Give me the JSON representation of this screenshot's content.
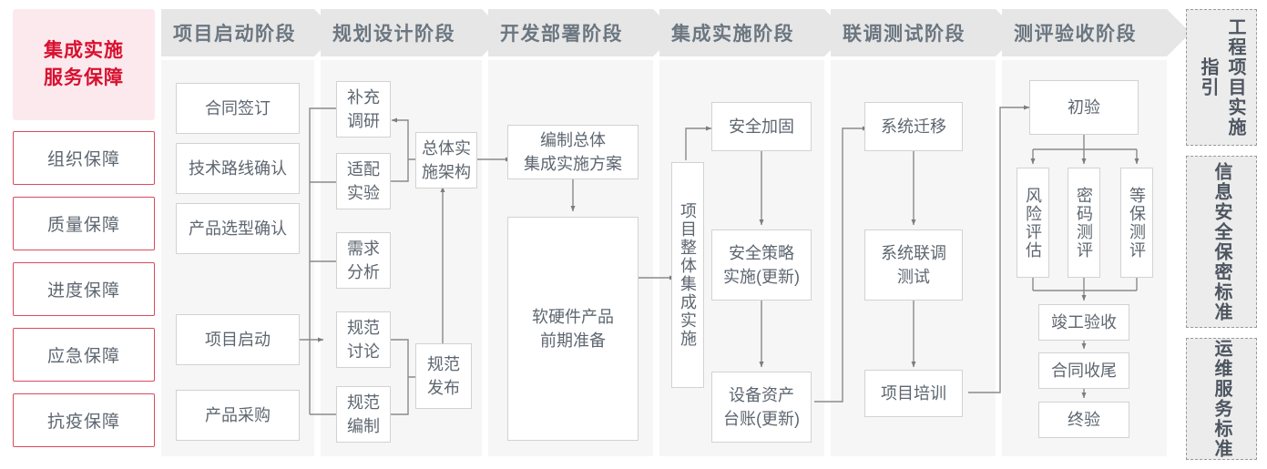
{
  "left_sidebar": {
    "header": {
      "line1": "集成实施",
      "line2": "服务保障"
    },
    "items": [
      {
        "label": "组织保障"
      },
      {
        "label": "质量保障"
      },
      {
        "label": "进度保障"
      },
      {
        "label": "应急保障"
      },
      {
        "label": "抗疫保障"
      }
    ]
  },
  "phases": [
    {
      "title": "项目启动阶段",
      "nodes": [
        {
          "label": "合同签订"
        },
        {
          "label": "技术路线确认"
        },
        {
          "label": "产品选型确认"
        },
        {
          "label": "项目启动"
        },
        {
          "label": "产品采购"
        }
      ]
    },
    {
      "title": "规划设计阶段",
      "nodes": [
        {
          "label": "补充\n调研"
        },
        {
          "label": "适配\n实验"
        },
        {
          "label": "需求\n分析"
        },
        {
          "label": "规范\n讨论"
        },
        {
          "label": "规范\n编制"
        },
        {
          "label": "总体实\n施架构"
        },
        {
          "label": "规范\n发布"
        }
      ]
    },
    {
      "title": "开发部署阶段",
      "nodes": [
        {
          "label": "编制总体\n集成实施方案"
        },
        {
          "label": "软硬件产品\n前期准备"
        }
      ]
    },
    {
      "title": "集成实施阶段",
      "nodes": [
        {
          "label": "项目整体集成实施"
        },
        {
          "label": "安全加固"
        },
        {
          "label": "安全策略\n实施(更新)"
        },
        {
          "label": "设备资产\n台账(更新)"
        }
      ]
    },
    {
      "title": "联调测试阶段",
      "nodes": [
        {
          "label": "系统迁移"
        },
        {
          "label": "系统联调\n测试"
        },
        {
          "label": "项目培训"
        }
      ]
    },
    {
      "title": "测评验收阶段",
      "nodes": [
        {
          "label": "初验"
        },
        {
          "label": "风险评估"
        },
        {
          "label": "密码测评"
        },
        {
          "label": "等保测评"
        },
        {
          "label": "竣工验收"
        },
        {
          "label": "合同收尾"
        },
        {
          "label": "终验"
        }
      ]
    }
  ],
  "right_sidebar": {
    "items": [
      {
        "label": "工程项目实施指引"
      },
      {
        "label": "信息安全保密标准"
      },
      {
        "label": "运维服务标准"
      }
    ]
  },
  "colors": {
    "accent_red": "#d8102f",
    "accent_red_border": "#d94a5e",
    "header_pink": "#fce9ed",
    "phase_header_gray": "#e6e6e6",
    "phase_body_gray": "#f6f6f6",
    "node_border": "#d2d2d2",
    "text_gray": "#5d6670",
    "wire_gray": "#8a8a8a"
  }
}
